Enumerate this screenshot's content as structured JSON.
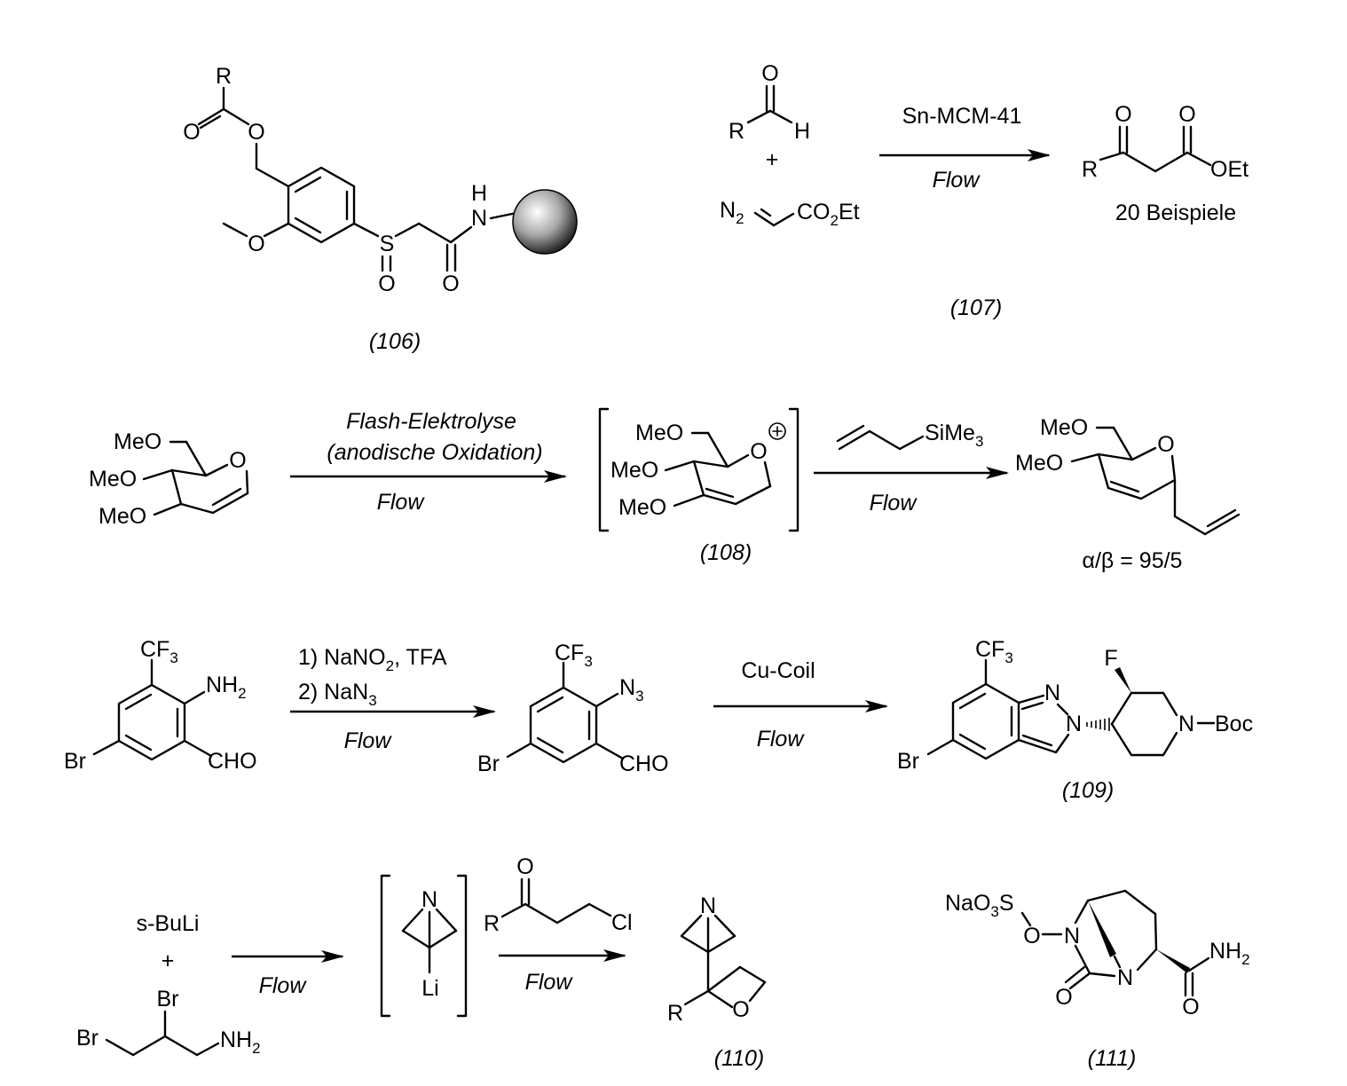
{
  "compound_labels": {
    "c106": "(106)",
    "c107": "(107)",
    "c108": "(108)",
    "c109": "(109)",
    "c110": "(110)",
    "c111": "(111)"
  },
  "scheme1": {
    "atom_R": "R",
    "atom_O_carbonyl": "O",
    "atom_O_ester": "O",
    "atom_O_methoxy": "O",
    "atom_S": "S",
    "atom_O_sulfoxide": "O",
    "atom_NH_H": "H",
    "atom_NH_N": "N",
    "atom_O_amide": "O"
  },
  "scheme2": {
    "reactant_R": "R",
    "reactant_H": "H",
    "reactant_O": "O",
    "plus": "+",
    "diazo_N": "N",
    "diazo_N_sub": "2",
    "diazo_CO": "CO",
    "diazo_CO_sub": "2",
    "diazo_Et": "Et",
    "condition_top": "Sn-MCM-41",
    "condition_bottom": "Flow",
    "product_O1": "O",
    "product_O2": "O",
    "product_R": "R",
    "product_OEt": "OEt",
    "product_note": "20 Beispiele"
  },
  "scheme3": {
    "sm_MeO_top": "MeO",
    "sm_MeO_mid": "MeO",
    "sm_MeO_bot": "MeO",
    "sm_O": "O",
    "condition_line1": "Flash-Elektrolyse",
    "condition_line2": "(anodische Oxidation)",
    "condition_bottom": "Flow",
    "int_MeO_top": "MeO",
    "int_MeO_mid": "MeO",
    "int_MeO_bot": "MeO",
    "int_O": "O",
    "int_charge": "+",
    "reagent_SiMe": "SiMe",
    "reagent_sub": "3",
    "condition2_bottom": "Flow",
    "prod_MeO_top": "MeO",
    "prod_MeO_mid": "MeO",
    "prod_O": "O",
    "selectivity": "α/β = 95/5"
  },
  "scheme4": {
    "sm_CF": "CF",
    "sm_CF_sub": "3",
    "sm_NH": "NH",
    "sm_NH_sub": "2",
    "sm_Br": "Br",
    "sm_CHO": "CHO",
    "condition_line1": "1) NaNO",
    "condition_line1_sub": "2",
    "condition_line1_tail": ", TFA",
    "condition_line2": "2) NaN",
    "condition_line2_sub": "3",
    "condition_bottom": "Flow",
    "int_CF": "CF",
    "int_CF_sub": "3",
    "int_N": "N",
    "int_N_sub": "3",
    "int_Br": "Br",
    "int_CHO": "CHO",
    "condition2_top": "Cu-Coil",
    "condition2_bottom": "Flow",
    "prod_CF": "CF",
    "prod_CF_sub": "3",
    "prod_N1": "N",
    "prod_N2": "N",
    "prod_F": "F",
    "prod_N3": "N",
    "prod_Boc": "Boc",
    "prod_Br": "Br"
  },
  "scheme5": {
    "reagent_sBuLi": "s-BuLi",
    "plus": "+",
    "sm_Br_top": "Br",
    "sm_Br_left": "Br",
    "sm_NH": "NH",
    "sm_NH_sub": "2",
    "condition_bottom": "Flow",
    "int_N": "N",
    "int_Li": "Li",
    "reagent_O": "O",
    "reagent_R": "R",
    "reagent_Cl": "Cl",
    "condition2_bottom": "Flow",
    "prod_N": "N",
    "prod_R": "R",
    "prod_O": "O"
  },
  "scheme6": {
    "NaO": "NaO",
    "NaO_sub": "3",
    "S": "S",
    "O": "O",
    "N1": "N",
    "N2": "N",
    "O_carbonyl": "O",
    "NH": "NH",
    "NH_sub": "2",
    "O_amide": "O"
  }
}
